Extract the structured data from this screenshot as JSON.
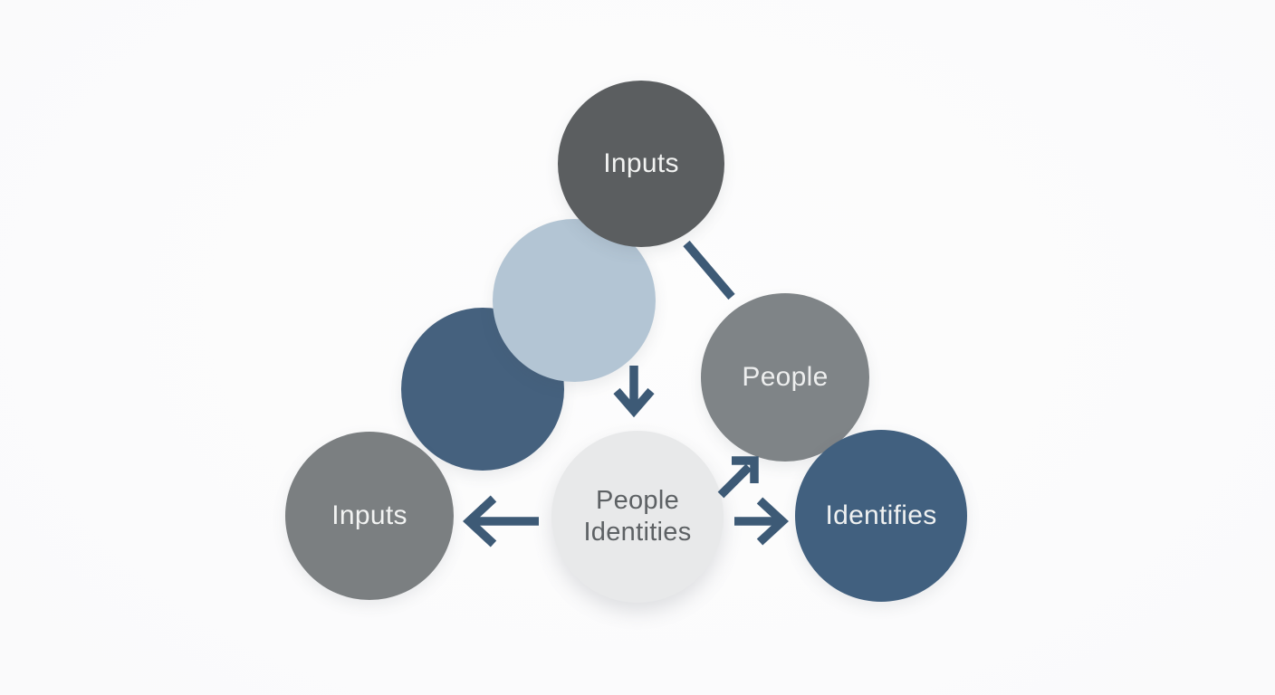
{
  "page": {
    "background_color": "#fcfcfc"
  },
  "diagram": {
    "arrow_color": "#3d5a76",
    "nodes": [
      {
        "id": "inputs-top",
        "label": "Inputs",
        "fill": "#5b5e60",
        "text_color": "#f2f3f2"
      },
      {
        "id": "accent-light-blue",
        "label": "",
        "fill": "#b3c5d4",
        "text_color": ""
      },
      {
        "id": "accent-dark-blue",
        "label": "",
        "fill": "#45617e",
        "text_color": ""
      },
      {
        "id": "people",
        "label": "People",
        "fill": "#7f8487",
        "text_color": "#edeeee"
      },
      {
        "id": "inputs-bottom",
        "label": "Inputs",
        "fill": "#7b7f81",
        "text_color": "#f2f3f2"
      },
      {
        "id": "people-identities",
        "label": "People Identities",
        "fill": "#e8e9ea",
        "text_color": "#5d6164"
      },
      {
        "id": "identifies",
        "label": "Identifies",
        "fill": "#41607f",
        "text_color": "#eff1f1"
      }
    ],
    "connectors": [
      {
        "id": "link-inputs-top-to-people",
        "type": "line",
        "direction": "down-right",
        "from": "inputs-top",
        "to": "people"
      },
      {
        "id": "arrow-lightblue-to-people-identities",
        "type": "arrow",
        "direction": "down",
        "from": "accent-light-blue",
        "to": "people-identities"
      },
      {
        "id": "arrow-people-identities-to-inputs",
        "type": "arrow",
        "direction": "left",
        "from": "people-identities",
        "to": "inputs-bottom"
      },
      {
        "id": "arrow-people-identities-to-people",
        "type": "arrow",
        "direction": "up-right",
        "from": "people-identities",
        "to": "people"
      },
      {
        "id": "arrow-people-identities-to-identifies",
        "type": "arrow",
        "direction": "right",
        "from": "people-identities",
        "to": "identifies"
      }
    ]
  }
}
